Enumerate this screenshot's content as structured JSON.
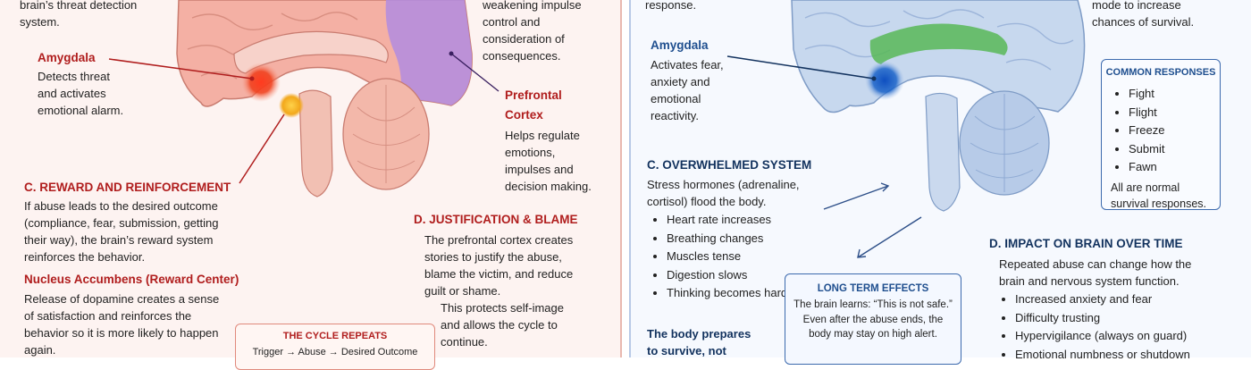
{
  "left": {
    "intro": "brain’s threat detection system.",
    "amygdala": {
      "title": "Amygdala",
      "desc": "Detects threat and activates emotional alarm."
    },
    "impulse_text": "weakening impulse control and consideration of consequences.",
    "prefrontal": {
      "title": "Prefrontal Cortex",
      "desc": "Helps regulate emotions, impulses and decision making."
    },
    "reward": {
      "title": "C. REWARD AND REINFORCEMENT",
      "desc": "If abuse leads to the desired outcome (compliance, fear, submission, getting their way), the brain’s reward system reinforces the behavior."
    },
    "nucleus": {
      "title": "Nucleus Accumbens (Reward Center)",
      "desc": "Release of dopamine creates a sense of satisfaction and reinforces the behavior so it is more likely to happen again."
    },
    "justification": {
      "title": "D. JUSTIFICATION & BLAME",
      "desc": "The prefrontal cortex creates stories to justify the abuse, blame the victim, and reduce guilt or shame.",
      "desc2": "This protects self-image and allows the cycle to continue."
    },
    "cycle": {
      "title": "THE CYCLE REPEATS",
      "text": "Trigger → Abuse → Desired Outcome"
    }
  },
  "right": {
    "intro": "response.",
    "mode_text": "mode to increase chances of survival.",
    "amygdala": {
      "title": "Amygdala",
      "desc": "Activates fear, anxiety and emotional reactivity."
    },
    "responses": {
      "title": "COMMON RESPONSES",
      "items": [
        "Fight",
        "Flight",
        "Freeze",
        "Submit",
        "Fawn"
      ],
      "note": "All are normal survival responses."
    },
    "overwhelmed": {
      "title": "C. OVERWHELMED SYSTEM",
      "desc": "Stress hormones (adrenaline, cortisol) flood the body.",
      "items": [
        "Heart rate increases",
        "Breathing changes",
        "Muscles tense",
        "Digestion slows",
        "Thinking becomes harder"
      ]
    },
    "body": "The body prepares to survive, not",
    "long_term": {
      "title": "LONG TERM EFFECTS",
      "line1": "The brain learns: “This is not safe.”",
      "line2": "Even after the abuse ends, the body may stay on high alert."
    },
    "impact": {
      "title": "D. IMPACT ON BRAIN OVER TIME",
      "desc": "Repeated abuse can change how the brain and nervous system function.",
      "items": [
        "Increased anxiety and fear",
        "Difficulty trusting",
        "Hypervigilance (always on guard)",
        "Emotional numbness or shutdown"
      ]
    }
  },
  "colors": {
    "red_accent": "#b01d1d",
    "blue_accent": "#1f4f8f",
    "prefrontal_purple": "#b18ce0",
    "amygdala_red": "#e8301e",
    "amygdala_blue": "#1a63c9",
    "nucleus_orange": "#f2a81c"
  }
}
